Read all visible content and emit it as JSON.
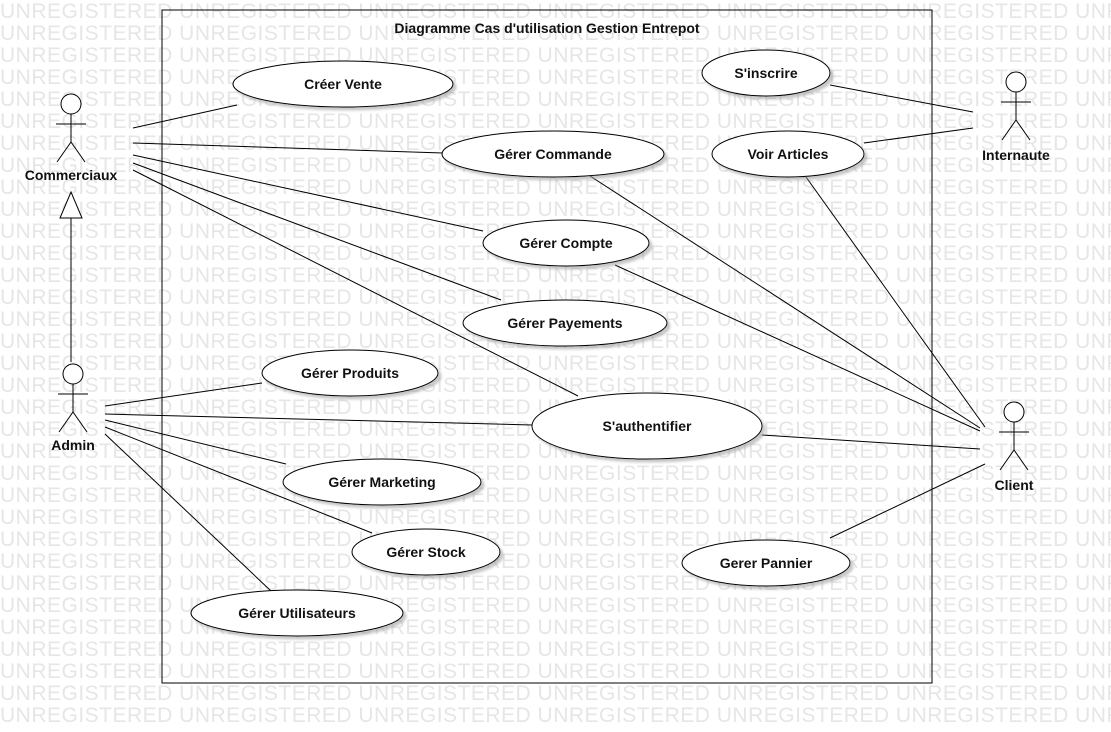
{
  "diagram": {
    "title": "Diagramme Cas d'utilisation Gestion Entrepot",
    "watermark_text": "UNREGISTERED",
    "actors": [
      {
        "id": "commerciaux",
        "label": "Commerciaux"
      },
      {
        "id": "admin",
        "label": "Admin"
      },
      {
        "id": "internaute",
        "label": "Internaute"
      },
      {
        "id": "client",
        "label": "Client"
      }
    ],
    "use_cases": [
      {
        "id": "creer-vente",
        "label": "Créer Vente"
      },
      {
        "id": "gerer-commande",
        "label": "Gérer Commande"
      },
      {
        "id": "gerer-compte",
        "label": "Gérer Compte"
      },
      {
        "id": "gerer-payements",
        "label": "Gérer Payements"
      },
      {
        "id": "gerer-produits",
        "label": "Gérer Produits"
      },
      {
        "id": "sauthentifier",
        "label": "S'authentifier"
      },
      {
        "id": "gerer-marketing",
        "label": "Gérer Marketing"
      },
      {
        "id": "gerer-stock",
        "label": "Gérer Stock"
      },
      {
        "id": "gerer-utilisateurs",
        "label": "Gérer Utilisateurs"
      },
      {
        "id": "sinscrire",
        "label": "S'inscrire"
      },
      {
        "id": "voir-articles",
        "label": "Voir Articles"
      },
      {
        "id": "gerer-pannier",
        "label": "Gerer Pannier"
      }
    ],
    "associations": [
      [
        "commerciaux",
        "creer-vente"
      ],
      [
        "commerciaux",
        "gerer-commande"
      ],
      [
        "commerciaux",
        "gerer-compte"
      ],
      [
        "commerciaux",
        "gerer-payements"
      ],
      [
        "commerciaux",
        "sauthentifier"
      ],
      [
        "admin",
        "gerer-produits"
      ],
      [
        "admin",
        "sauthentifier"
      ],
      [
        "admin",
        "gerer-marketing"
      ],
      [
        "admin",
        "gerer-stock"
      ],
      [
        "admin",
        "gerer-utilisateurs"
      ],
      [
        "internaute",
        "sinscrire"
      ],
      [
        "internaute",
        "voir-articles"
      ],
      [
        "client",
        "gerer-commande"
      ],
      [
        "client",
        "gerer-compte"
      ],
      [
        "client",
        "voir-articles"
      ],
      [
        "client",
        "sauthentifier"
      ],
      [
        "client",
        "gerer-pannier"
      ]
    ],
    "generalizations": [
      [
        "admin",
        "commerciaux"
      ]
    ]
  }
}
